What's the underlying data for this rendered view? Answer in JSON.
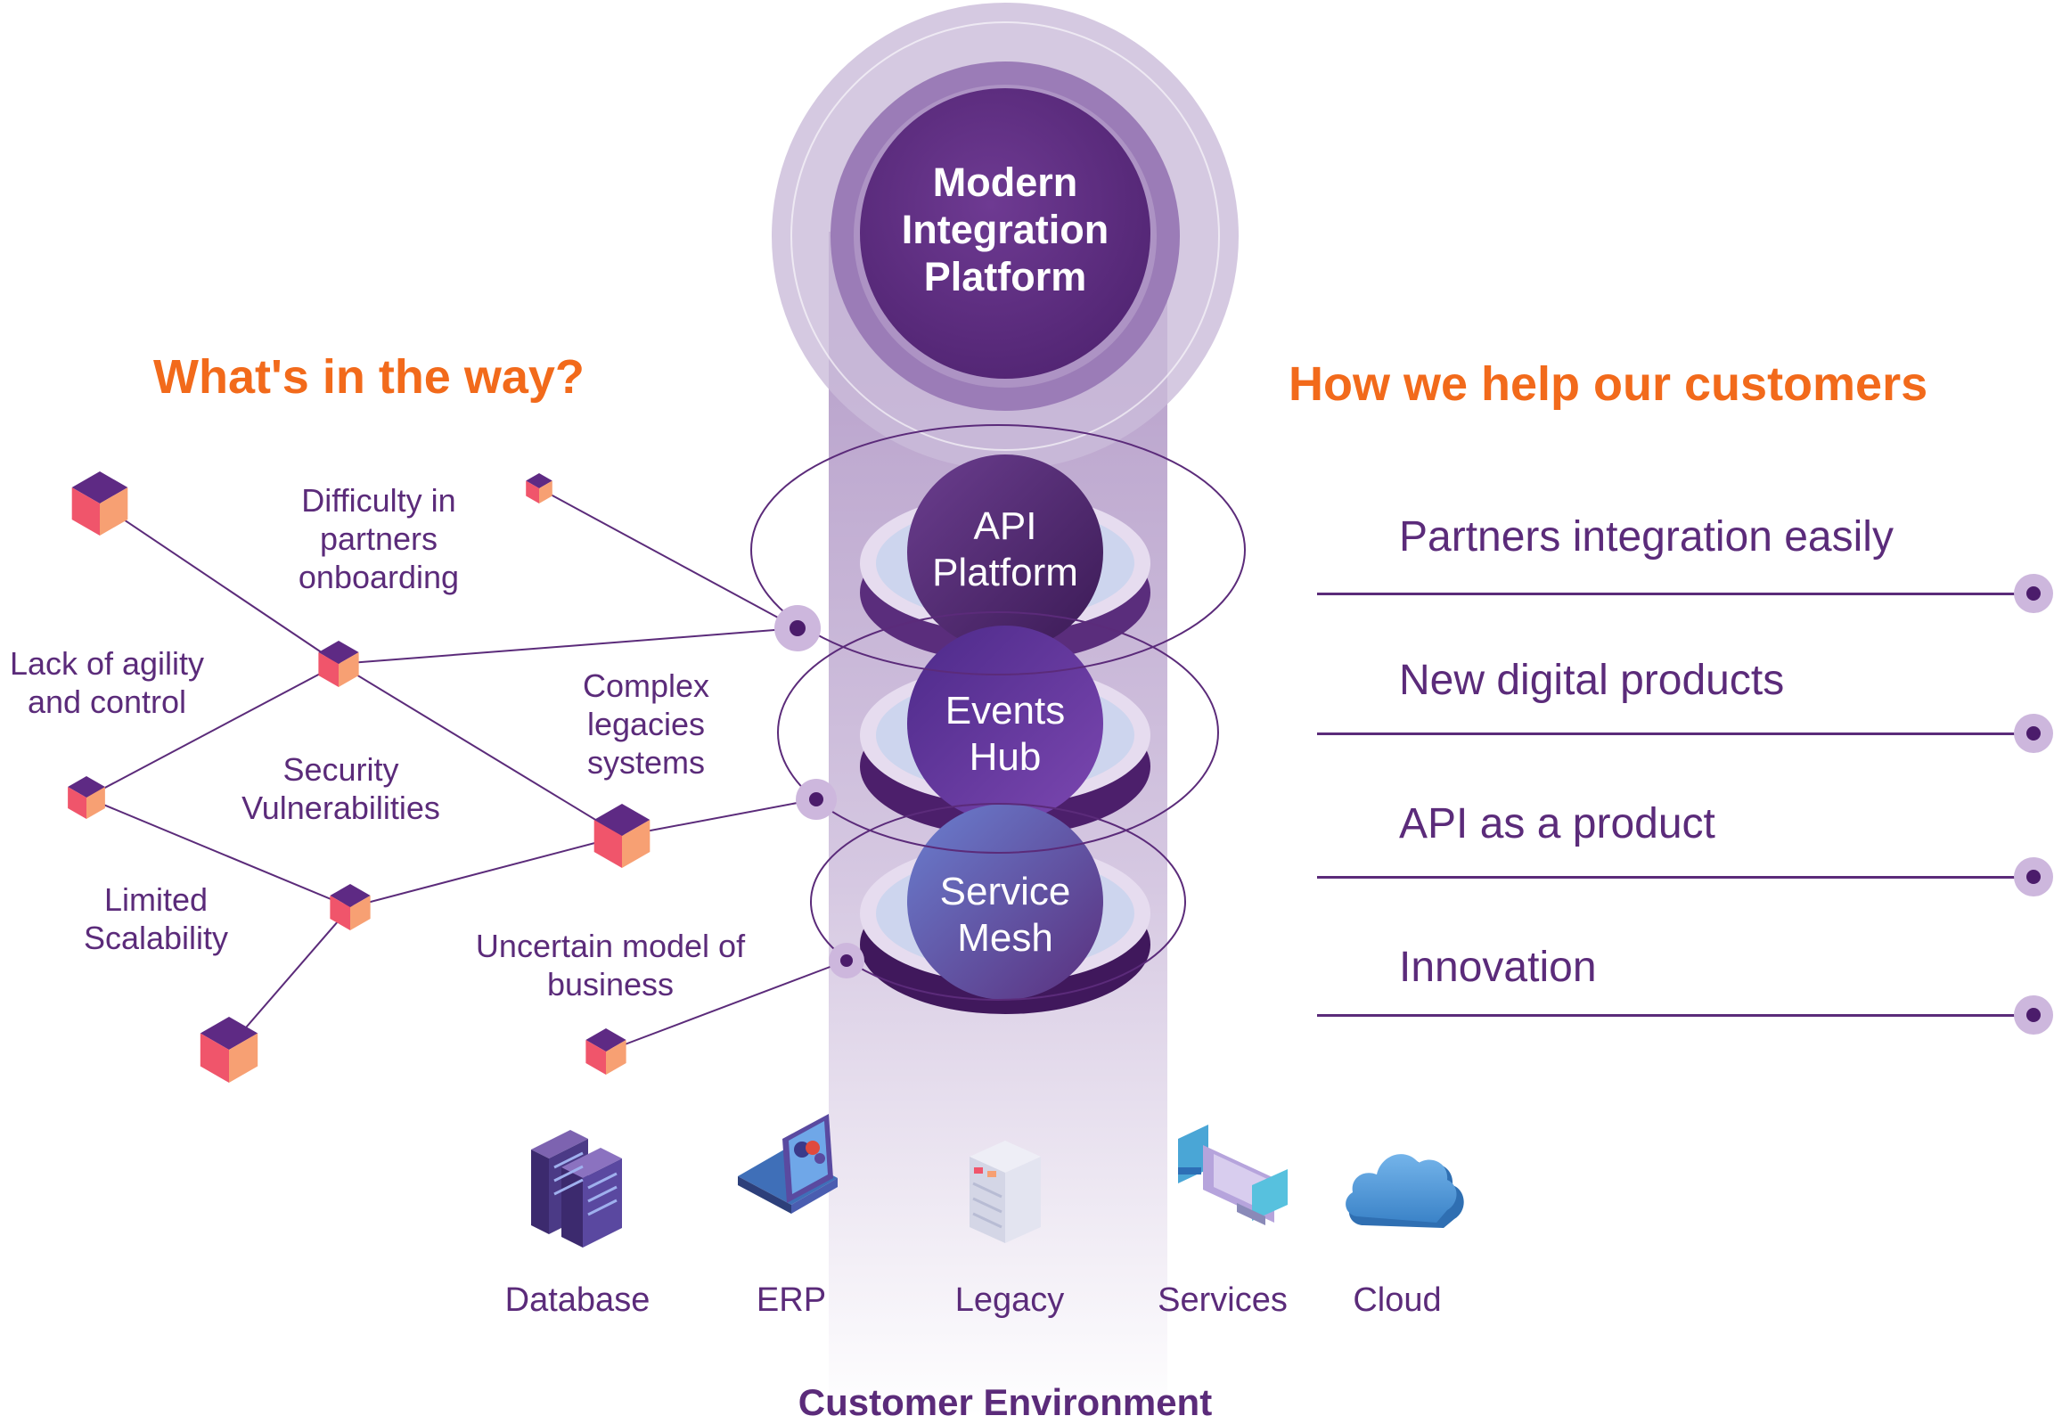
{
  "headings": {
    "problems": "What's in the way?",
    "solutions": "How we help our customers"
  },
  "platform": {
    "core": [
      "Modern",
      "Integration",
      "Platform"
    ],
    "layers": [
      {
        "lines": [
          "API",
          "Platform"
        ]
      },
      {
        "lines": [
          "Events",
          "Hub"
        ]
      },
      {
        "lines": [
          "Service",
          "Mesh"
        ]
      }
    ]
  },
  "problems": [
    {
      "lines": [
        "Difficulty in",
        "partners",
        "onboarding"
      ]
    },
    {
      "lines": [
        "Lack of agility",
        "and control"
      ]
    },
    {
      "lines": [
        "Complex",
        "legacies",
        "systems"
      ]
    },
    {
      "lines": [
        "Security",
        "Vulnerabilities"
      ]
    },
    {
      "lines": [
        "Limited",
        "Scalability"
      ]
    },
    {
      "lines": [
        "Uncertain model of",
        "business"
      ]
    }
  ],
  "benefits": [
    {
      "label": "Partners integration easily"
    },
    {
      "label": "New digital products"
    },
    {
      "label": "API as a product"
    },
    {
      "label": "Innovation"
    }
  ],
  "sources": [
    {
      "label": "Database",
      "icon": "database-servers-icon"
    },
    {
      "label": "ERP",
      "icon": "erp-laptop-icon"
    },
    {
      "label": "Legacy",
      "icon": "legacy-server-icon"
    },
    {
      "label": "Services",
      "icon": "services-monitors-icon"
    },
    {
      "label": "Cloud",
      "icon": "cloud-icon"
    }
  ],
  "footer": "Customer Environment",
  "colors": {
    "accent": "#f26a1b",
    "primary_purple": "#5b2b7a",
    "cube_top": "#5e2a84",
    "cube_left": "#f0556b",
    "cube_right": "#f7a073"
  }
}
